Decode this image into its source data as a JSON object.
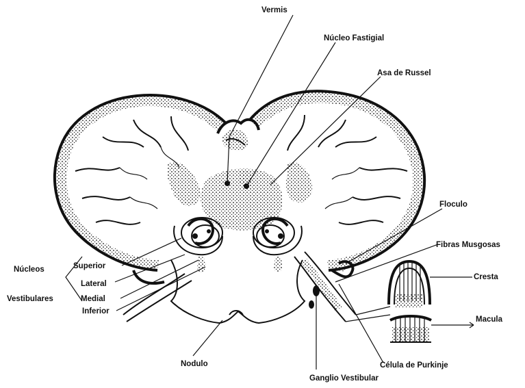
{
  "labels": {
    "vermis": "Vermis",
    "nucleo_fastigial": "Núcleo Fastigial",
    "asa_de_russel": "Asa de Russel",
    "floculo": "Floculo",
    "fibras_musgosas": "Fibras Musgosas",
    "cresta": "Cresta",
    "macula": "Macula",
    "nucleos": "Núcleos",
    "vestibulares": "Vestibulares",
    "superior": "Superior",
    "lateral": "Lateral",
    "medial": "Medial",
    "inferior": "Inferior",
    "nodulo": "Nodulo",
    "celula_de_purkinje": "Célula de Purkinje",
    "ganglio_vestibular": "Ganglio Vestibular"
  },
  "colors": {
    "ink": "#111111",
    "paper": "#ffffff"
  }
}
